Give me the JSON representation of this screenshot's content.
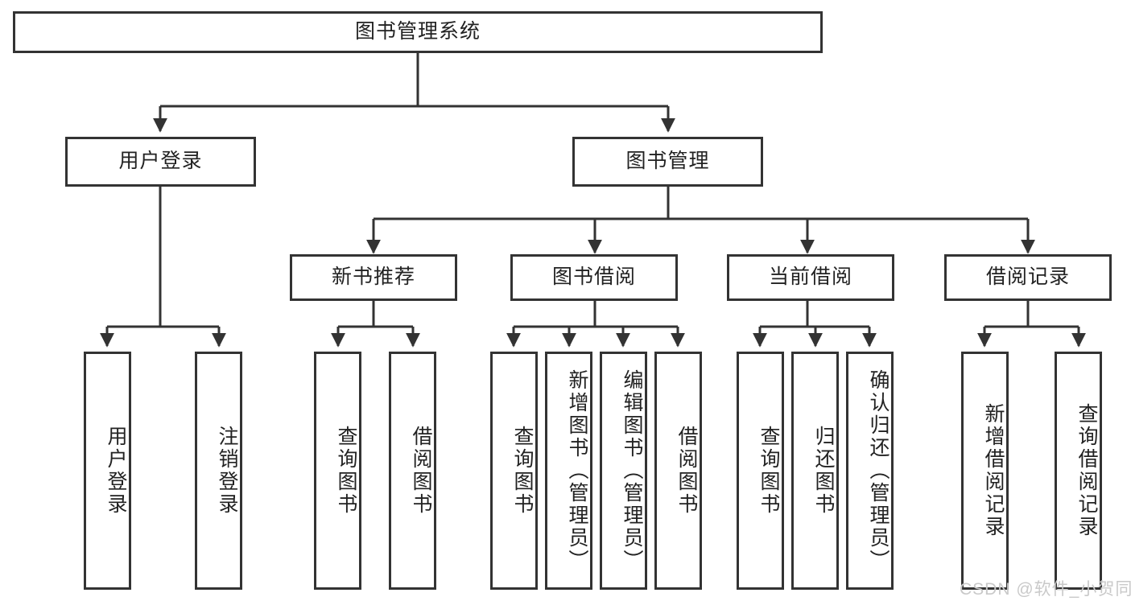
{
  "diagram": {
    "type": "tree-hierarchy-chart",
    "title": "图书管理系统",
    "orientation": "top-down",
    "colors": {
      "box_border": "#333333",
      "box_fill": "#ffffff",
      "edge": "#333333",
      "text": "#222222",
      "watermark": "#c9c9c9",
      "background": "#ffffff"
    },
    "root": {
      "label": "图书管理系统"
    },
    "level2": [
      {
        "label": "用户登录"
      },
      {
        "label": "图书管理"
      }
    ],
    "level3": [
      {
        "label": "新书推荐"
      },
      {
        "label": "图书借阅"
      },
      {
        "label": "当前借阅"
      },
      {
        "label": "借阅记录"
      }
    ],
    "leaves": {
      "user_login": [
        {
          "label": "用户登录"
        },
        {
          "label": "注销登录"
        }
      ],
      "new_book_recommend": [
        {
          "label": "查询图书"
        },
        {
          "label": "借阅图书"
        }
      ],
      "book_borrow": [
        {
          "label": "查询图书"
        },
        {
          "label": "新增图书（管理员）"
        },
        {
          "label": "编辑图书（管理员）"
        },
        {
          "label": "借阅图书"
        }
      ],
      "current_borrow": [
        {
          "label": "查询图书"
        },
        {
          "label": "归还图书"
        },
        {
          "label": "确认归还（管理员）"
        }
      ],
      "borrow_record": [
        {
          "label": "新增借阅记录"
        },
        {
          "label": "查询借阅记录"
        }
      ]
    },
    "watermark": "CSDN @软件_小贺同学"
  }
}
